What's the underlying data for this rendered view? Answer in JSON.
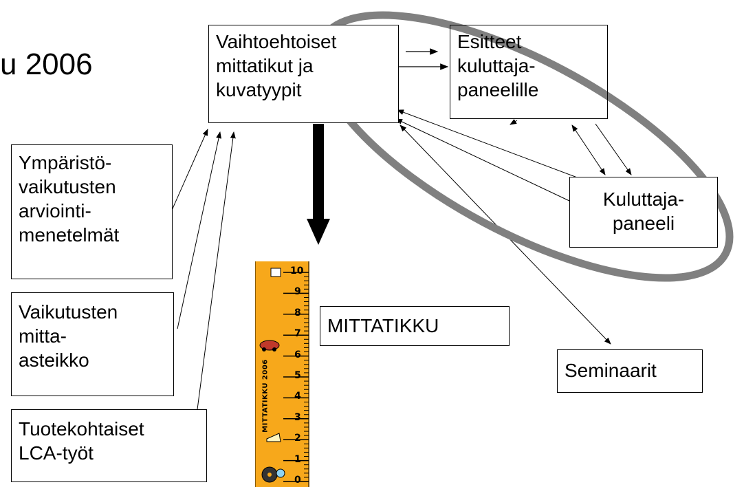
{
  "title_fragment": "u 2006",
  "boxes": {
    "alternatives": "Vaihtoehtoiset\nmittatikut ja\nkuvatyypit",
    "brochures": "Esitteet\nkuluttaja-\npaneelille",
    "consumer_panel": "Kuluttaja-\npaneeli",
    "environmental_methods": "Ympäristö-\nvaikutusten\narviointi-\nmenetelmät",
    "impact_scale": "Vaikutusten\nmitta-\nasteikko",
    "product_lca": "Tuotekohtaiset\nLCA-työt",
    "mittatikku": "MITTATIKKU",
    "seminars": "Seminaarit"
  },
  "ruler": {
    "brand_text": "MITTATIKKU 2006",
    "ticks": [
      "10",
      "9",
      "8",
      "7",
      "6",
      "5",
      "4",
      "3",
      "2",
      "1",
      "0"
    ],
    "color": "#f7a81b"
  },
  "highlight_ellipse_color": "#808080"
}
